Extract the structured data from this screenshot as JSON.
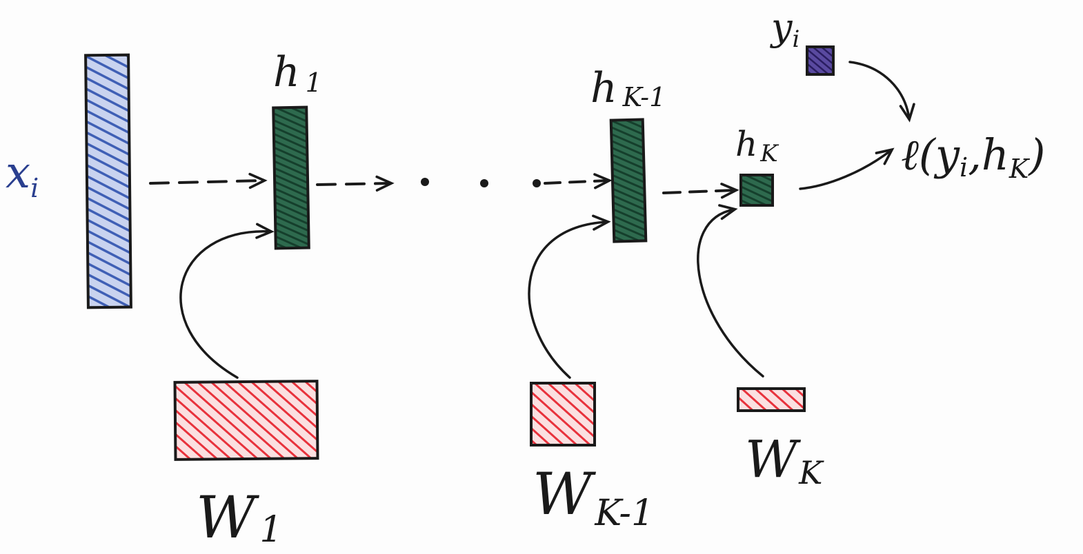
{
  "diagram": {
    "input": {
      "symbol": "x",
      "subscript": "i"
    },
    "hidden": [
      {
        "symbol": "h",
        "subscript": "1"
      },
      {
        "symbol": "h",
        "subscript": "K-1"
      },
      {
        "symbol": "h",
        "subscript": "K"
      }
    ],
    "weights": [
      {
        "symbol": "W",
        "subscript": "1"
      },
      {
        "symbol": "W",
        "subscript": "K-1"
      },
      {
        "symbol": "W",
        "subscript": "K"
      }
    ],
    "target": {
      "symbol": "y",
      "subscript": "i"
    },
    "loss": {
      "prefix": "ℓ(y",
      "sub1": "i",
      "middle": ",h",
      "sub2": "K",
      "suffix": ")"
    },
    "colors": {
      "input_fill": "#3f5fb5",
      "hidden_fill": "#1f5a40",
      "weight_fill": "#e8323c",
      "target_fill": "#3b2a7a",
      "ink": "#1a1a1a"
    }
  }
}
